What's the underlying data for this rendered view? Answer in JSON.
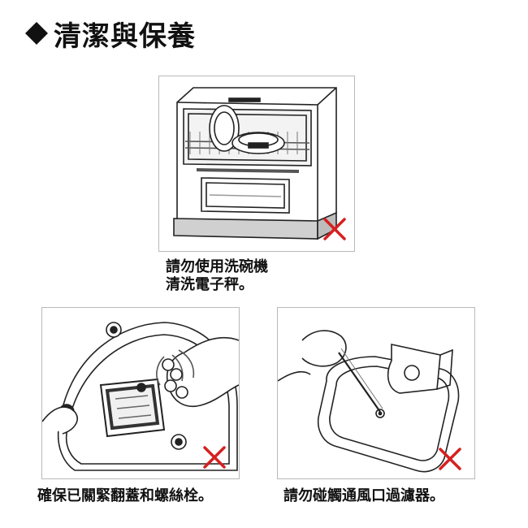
{
  "title": "◆清潔與保養",
  "panels": [
    {
      "caption_lines": [
        "請勿使用洗碗機",
        "清洗電子秤。"
      ],
      "mark": "prohibited-x-icon"
    },
    {
      "caption_lines": [
        "確保已關緊翻蓋和螺絲栓。"
      ],
      "mark": "prohibited-x-icon"
    },
    {
      "caption_lines": [
        "請勿碰觸通風口過濾器。"
      ],
      "mark": "prohibited-x-icon"
    }
  ],
  "colors": {
    "prohibit": "#d62020",
    "line": "#222222",
    "frame": "#b9b9b9"
  }
}
